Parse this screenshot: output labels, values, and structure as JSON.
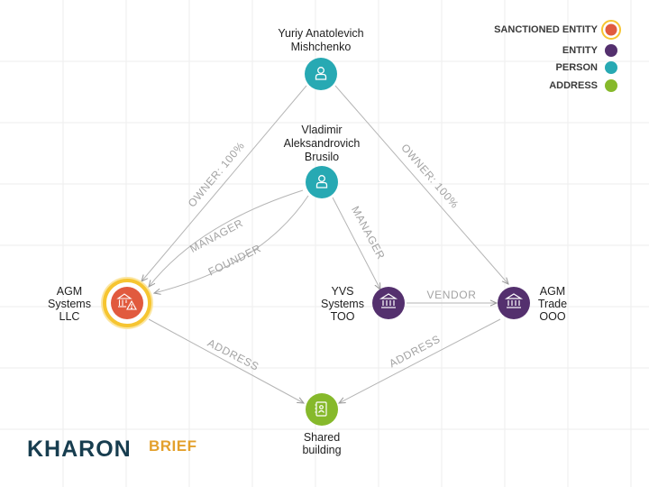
{
  "colors": {
    "sanctioned": "#e15a3e",
    "sanctioned_ring": "#f6c531",
    "entity": "#54306e",
    "person": "#27a9b3",
    "address": "#86b92b",
    "edge": "#b5b5b5"
  },
  "legend": [
    {
      "label": "SANCTIONED ENTITY",
      "type": "sanctioned"
    },
    {
      "label": "ENTITY",
      "type": "entity"
    },
    {
      "label": "PERSON",
      "type": "person"
    },
    {
      "label": "ADDRESS",
      "type": "address"
    }
  ],
  "nodes": [
    {
      "id": "mishchenko",
      "type": "person",
      "icon": "person-icon",
      "label_lines": [
        "Yuriy Anatolevich",
        "Mishchenko"
      ]
    },
    {
      "id": "brusilo",
      "type": "person",
      "icon": "person-icon",
      "label_lines": [
        "Vladimir",
        "Aleksandrovich",
        "Brusilo"
      ]
    },
    {
      "id": "agm-systems",
      "type": "sanctioned",
      "icon": "sanctioned-bank-icon",
      "label_lines": [
        "AGM",
        "Systems",
        "LLC"
      ]
    },
    {
      "id": "yvs",
      "type": "entity",
      "icon": "bank-icon",
      "label_lines": [
        "YVS",
        "Systems",
        "TOO"
      ]
    },
    {
      "id": "agm-trade",
      "type": "entity",
      "icon": "bank-icon",
      "label_lines": [
        "AGM",
        "Trade",
        "OOO"
      ]
    },
    {
      "id": "shared",
      "type": "address",
      "icon": "address-book-icon",
      "label_lines": [
        "Shared",
        "building"
      ]
    }
  ],
  "edges": [
    {
      "from": "mishchenko",
      "to": "agm-systems",
      "label": "OWNER: 100%"
    },
    {
      "from": "mishchenko",
      "to": "agm-trade",
      "label": "OWNER: 100%"
    },
    {
      "from": "brusilo",
      "to": "agm-systems",
      "label": "MANAGER"
    },
    {
      "from": "brusilo",
      "to": "agm-systems",
      "label": "FOUNDER"
    },
    {
      "from": "brusilo",
      "to": "yvs",
      "label": "MANAGER"
    },
    {
      "from": "yvs",
      "to": "agm-trade",
      "label": "VENDOR"
    },
    {
      "from": "agm-systems",
      "to": "shared",
      "label": "ADDRESS"
    },
    {
      "from": "agm-trade",
      "to": "shared",
      "label": "ADDRESS"
    }
  ],
  "logo": {
    "main": "KHARON",
    "sub": "BRIEF"
  }
}
